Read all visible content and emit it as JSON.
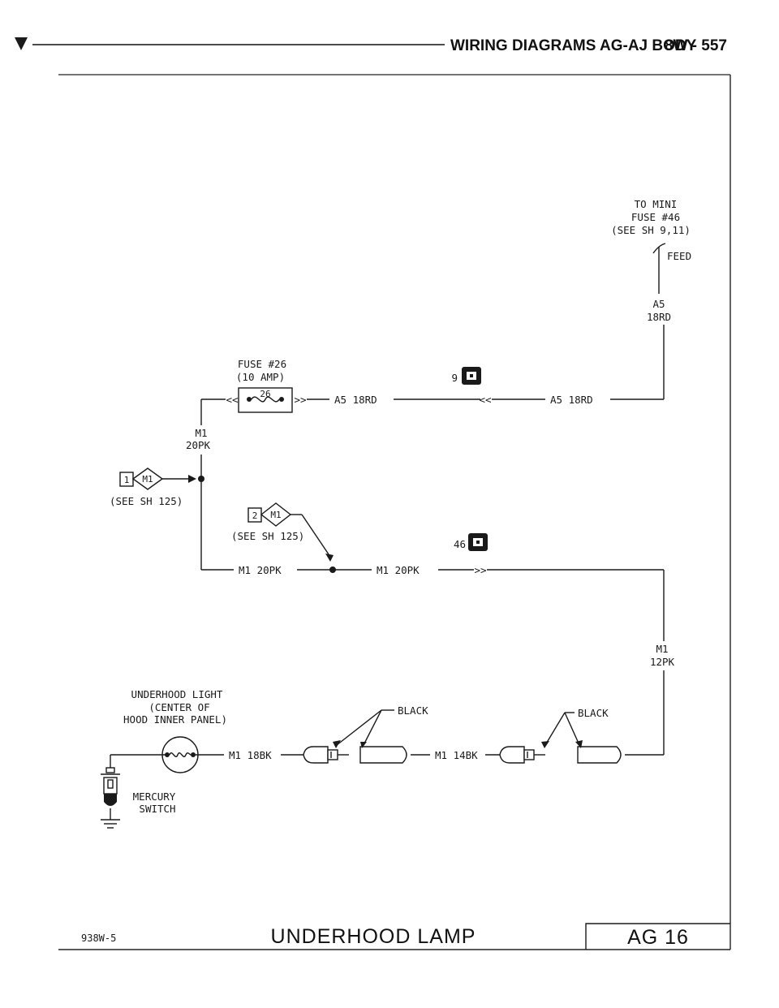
{
  "header": {
    "title": "WIRING DIAGRAMS AG-AJ BODY",
    "page": "8W - 557"
  },
  "feed": {
    "line1": "TO MINI",
    "line2": "FUSE #46",
    "line3": "(SEE SH 9,11)",
    "feed_label": "FEED",
    "wire_code": "A5",
    "wire_gauge": "18RD"
  },
  "fuse": {
    "line1": "FUSE #26",
    "line2": "(10 AMP)",
    "number": "26",
    "wire_left": "A5 18RD",
    "wire_right": "A5 18RD"
  },
  "connectors": {
    "c9": "9",
    "c46": "46"
  },
  "splice": {
    "wire_code": "M1",
    "wire_gauge": "20PK",
    "ref1_num": "1",
    "ref1_code": "M1",
    "ref1_see": "(SEE SH 125)",
    "ref2_num": "2",
    "ref2_code": "M1",
    "ref2_see": "(SEE SH 125)",
    "bottom_wire_left": "M1 20PK",
    "bottom_wire_right": "M1 20PK",
    "right_wire_code": "M1",
    "right_wire_gauge": "12PK"
  },
  "lamp": {
    "line1": "UNDERHOOD LIGHT",
    "line2": "(CENTER OF",
    "line3": "HOOD INNER PANEL)",
    "wire1": "M1 18BK",
    "wire2": "M1 14BK",
    "conn1_color": "BLACK",
    "conn2_color": "BLACK",
    "switch_line1": "MERCURY",
    "switch_line2": "SWITCH"
  },
  "footer": {
    "ref_code": "938W-5",
    "title": "UNDERHOOD LAMP",
    "sheet": "AG 16"
  }
}
